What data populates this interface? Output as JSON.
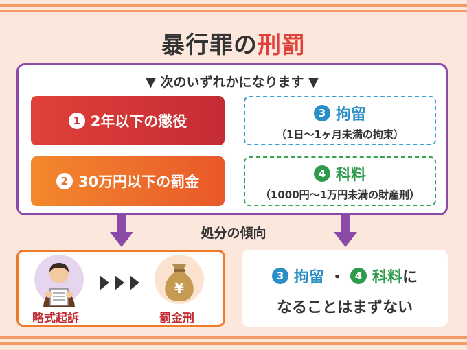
{
  "title": {
    "main": "暴行罪の",
    "highlight": "刑罰"
  },
  "subtitle": "▼ 次のいずれかになります ▼",
  "penalties": [
    {
      "num": "1",
      "text": "2年以下の懲役"
    },
    {
      "num": "2",
      "text": "30万円以下の罰金"
    },
    {
      "num": "3",
      "text": "拘留",
      "sub": "（1日〜1ヶ月未満の拘束）"
    },
    {
      "num": "4",
      "text": "科料",
      "sub": "（1000円〜1万円未満の財産刑）"
    }
  ],
  "trend_label": "処分の傾向",
  "flow": {
    "from": "略式起訴",
    "to": "罰金刑",
    "coin_symbol": "¥"
  },
  "conclusion": {
    "num_a": "3",
    "text_a": "拘留",
    "separator": "・",
    "num_b": "4",
    "text_b": "科料",
    "suffix": "に",
    "line2": "なることはまずない"
  },
  "colors": {
    "purple": "#8b4aa8",
    "red": "#e0413a",
    "orange": "#ef7a2a",
    "blue": "#2a8ec7",
    "green": "#2f9a4c",
    "bg": "#fbe7dc"
  }
}
